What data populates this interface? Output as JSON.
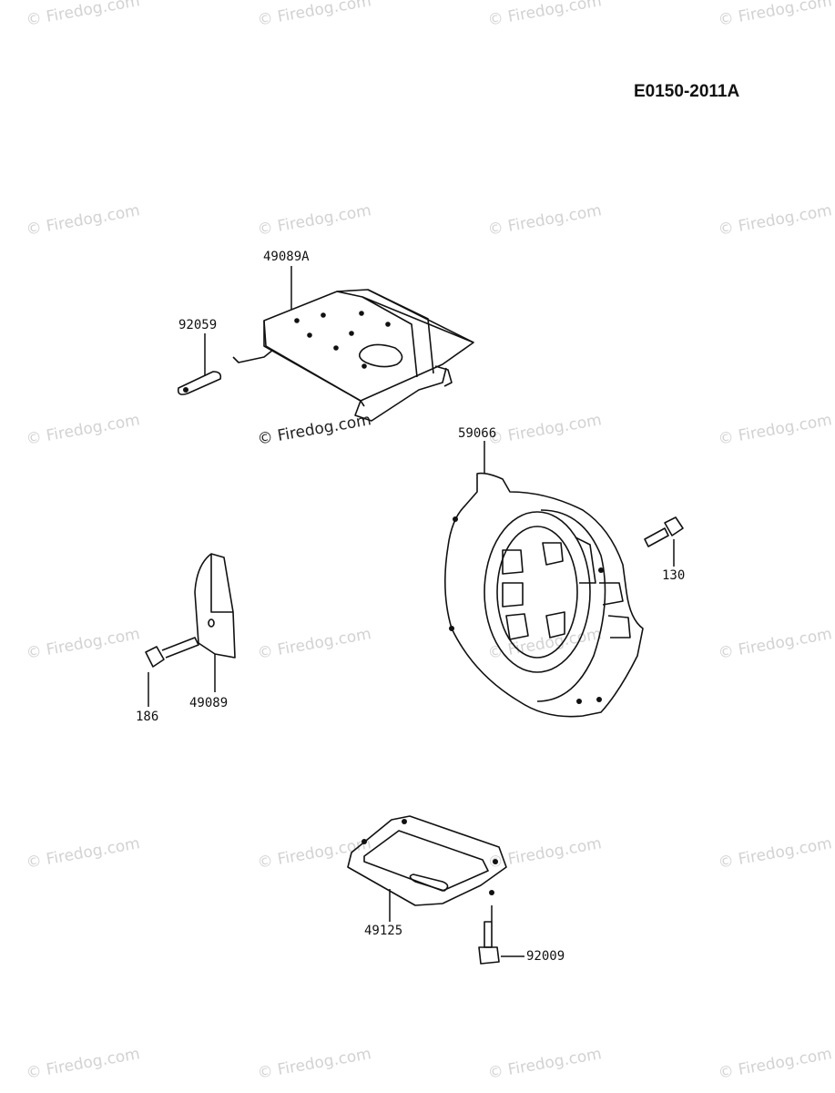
{
  "diagram_code": "E0150-2011A",
  "watermark": "© Firedog.com",
  "parts": [
    {
      "id": "p1",
      "label": "49089A"
    },
    {
      "id": "p2",
      "label": "92059"
    },
    {
      "id": "p3",
      "label": "59066"
    },
    {
      "id": "p4",
      "label": "130"
    },
    {
      "id": "p5",
      "label": "49089"
    },
    {
      "id": "p6",
      "label": "186"
    },
    {
      "id": "p7",
      "label": "49125"
    },
    {
      "id": "p8",
      "label": "92009"
    }
  ]
}
